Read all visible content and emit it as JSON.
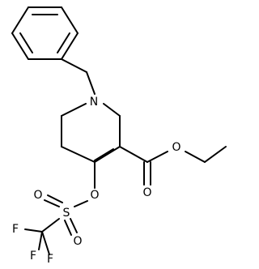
{
  "structure": {
    "atoms": {
      "n1": "N",
      "o_ether": "O",
      "o_carbonyl": "O",
      "o_vinyl": "O",
      "s": "S",
      "o_s_left": "O",
      "o_s_bottom": "O",
      "f_top": "F",
      "f_left": "F",
      "f_bottom": "F"
    },
    "colors": {
      "bond": "#000000",
      "label": "#000000"
    }
  }
}
